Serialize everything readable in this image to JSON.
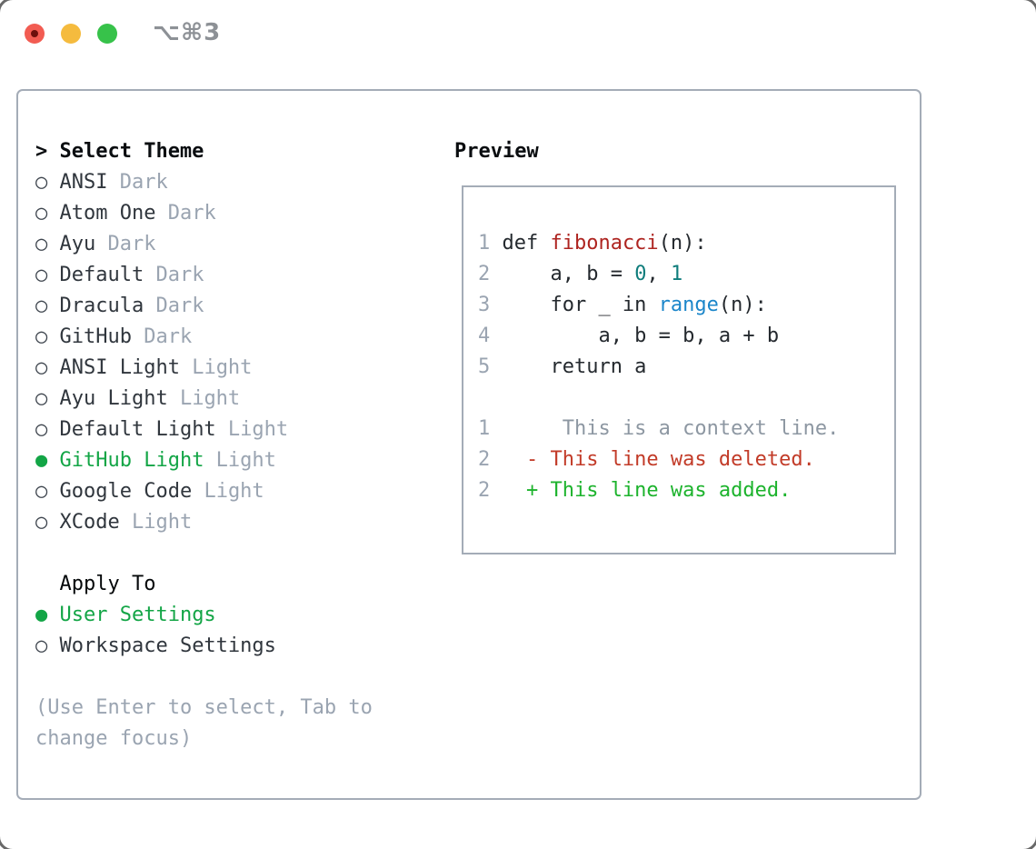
{
  "window": {
    "title": "⌥⌘3",
    "buttons": {
      "close": "close",
      "minimize": "minimize",
      "zoom": "zoom"
    }
  },
  "colors": {
    "accent_green": "#13a546",
    "added_green": "#1db32d",
    "deleted_red": "#c23b28",
    "function_red": "#ae2420",
    "number_teal": "#0f7d7c",
    "function_blue": "#1b86ca",
    "muted_gray": "#9aa4b1",
    "border_gray": "#a4acb7"
  },
  "theme_panel": {
    "header": {
      "prefix": ">",
      "label": "Select Theme"
    },
    "bullets": {
      "selected": "●",
      "unselected": "○"
    },
    "themes": [
      {
        "name": "ANSI",
        "tag": "Dark",
        "selected": false
      },
      {
        "name": "Atom One",
        "tag": "Dark",
        "selected": false
      },
      {
        "name": "Ayu",
        "tag": "Dark",
        "selected": false
      },
      {
        "name": "Default",
        "tag": "Dark",
        "selected": false
      },
      {
        "name": "Dracula",
        "tag": "Dark",
        "selected": false
      },
      {
        "name": "GitHub",
        "tag": "Dark",
        "selected": false
      },
      {
        "name": "ANSI Light",
        "tag": "Light",
        "selected": false
      },
      {
        "name": "Ayu Light",
        "tag": "Light",
        "selected": false
      },
      {
        "name": "Default Light",
        "tag": "Light",
        "selected": false
      },
      {
        "name": "GitHub Light",
        "tag": "Light",
        "selected": true
      },
      {
        "name": "Google Code",
        "tag": "Light",
        "selected": false
      },
      {
        "name": "XCode",
        "tag": "Light",
        "selected": false
      }
    ],
    "apply_to": {
      "label": "Apply To",
      "options": [
        {
          "name": "User Settings",
          "selected": true
        },
        {
          "name": "Workspace Settings",
          "selected": false
        }
      ]
    },
    "hint_lines": [
      "(Use Enter to select, Tab to",
      "change focus)"
    ]
  },
  "preview": {
    "header": "Preview",
    "lines": [
      {
        "no": "1",
        "tokens": [
          {
            "t": "def ",
            "c": "code"
          },
          {
            "t": "fibonacci",
            "c": "func-red"
          },
          {
            "t": "(n):",
            "c": "code"
          }
        ]
      },
      {
        "no": "2",
        "tokens": [
          {
            "t": "    a, b = ",
            "c": "code"
          },
          {
            "t": "0",
            "c": "num"
          },
          {
            "t": ", ",
            "c": "code"
          },
          {
            "t": "1",
            "c": "num"
          }
        ]
      },
      {
        "no": "3",
        "tokens": [
          {
            "t": "    for _ in ",
            "c": "code"
          },
          {
            "t": "range",
            "c": "func-blue"
          },
          {
            "t": "(n):",
            "c": "code"
          }
        ]
      },
      {
        "no": "4",
        "tokens": [
          {
            "t": "        a, b = b, a + b",
            "c": "code"
          }
        ]
      },
      {
        "no": "5",
        "tokens": [
          {
            "t": "    return a",
            "c": "code"
          }
        ]
      },
      {
        "no": "",
        "tokens": []
      },
      {
        "no": "1",
        "tokens": [
          {
            "t": "     This is a context line.",
            "c": "context"
          }
        ]
      },
      {
        "no": "2",
        "tokens": [
          {
            "t": "  - This line was deleted.",
            "c": "deleted"
          }
        ]
      },
      {
        "no": "2",
        "tokens": [
          {
            "t": "  + This line was added.",
            "c": "added"
          }
        ]
      }
    ]
  }
}
